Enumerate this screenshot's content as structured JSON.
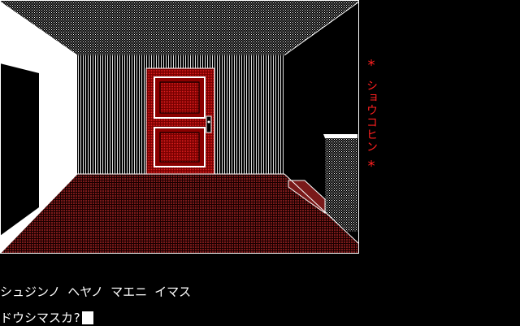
{
  "sidebar": {
    "star": "*",
    "label": "ショウコヒン"
  },
  "message": {
    "line1": "シュジンノ ヘヤノ マエニ イマス",
    "prompt": "ドウシマスカ?"
  },
  "colors": {
    "accent": "#ff2020",
    "door": "#a01010",
    "floor": "#5a1414"
  }
}
